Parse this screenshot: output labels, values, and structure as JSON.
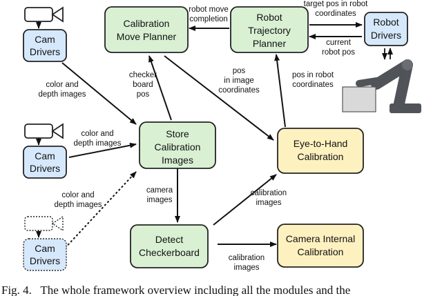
{
  "colors": {
    "green_fill": "#d9f0d3",
    "yellow_fill": "#fdf1c0",
    "blue_fill": "#d6e8fb",
    "stroke": "#222222",
    "robot_dark": "#505357",
    "robot_grey": "#d9d9d9"
  },
  "nodes": {
    "calibration_move_planner": [
      "Calibration",
      "Move Planner"
    ],
    "robot_trajectory_planner": [
      "Robot",
      "Trajectory",
      "Planner"
    ],
    "robot_drivers": [
      "Robot",
      "Drivers"
    ],
    "cam_drivers_1": [
      "Cam",
      "Drivers"
    ],
    "cam_drivers_2": [
      "Cam",
      "Drivers"
    ],
    "cam_drivers_3": [
      "Cam",
      "Drivers"
    ],
    "store_calibration_images": [
      "Store",
      "Calibration",
      "Images"
    ],
    "eye_to_hand_calibration": [
      "Eye-to-Hand",
      "Calibration"
    ],
    "detect_checkerboard": [
      "Detect",
      "Checkerboard"
    ],
    "camera_internal_calibration": [
      "Camera Internal",
      "Calibration"
    ]
  },
  "edge_labels": {
    "robot_move_completion": [
      "robot move",
      "completion"
    ],
    "target_pos": [
      "target pos in robot",
      "coordinates"
    ],
    "current_robot_pos": [
      "current",
      "robot pos"
    ],
    "color_depth_1": [
      "color and",
      "depth images"
    ],
    "color_depth_2": [
      "color and",
      "depth images"
    ],
    "color_depth_3": [
      "color and",
      "depth images"
    ],
    "checker_board_pos": [
      "checker",
      "board",
      "pos"
    ],
    "pos_in_image": [
      "pos",
      "in image",
      "coordinates"
    ],
    "pos_in_robot": [
      "pos in robot",
      "coordinates"
    ],
    "camera_images": [
      "camera",
      "images"
    ],
    "calibration_images_1": [
      "calibration",
      "images"
    ],
    "calibration_images_2": [
      "calibration",
      "images"
    ]
  },
  "caption": "Fig. 4.   The whole framework overview including all the modules and the"
}
